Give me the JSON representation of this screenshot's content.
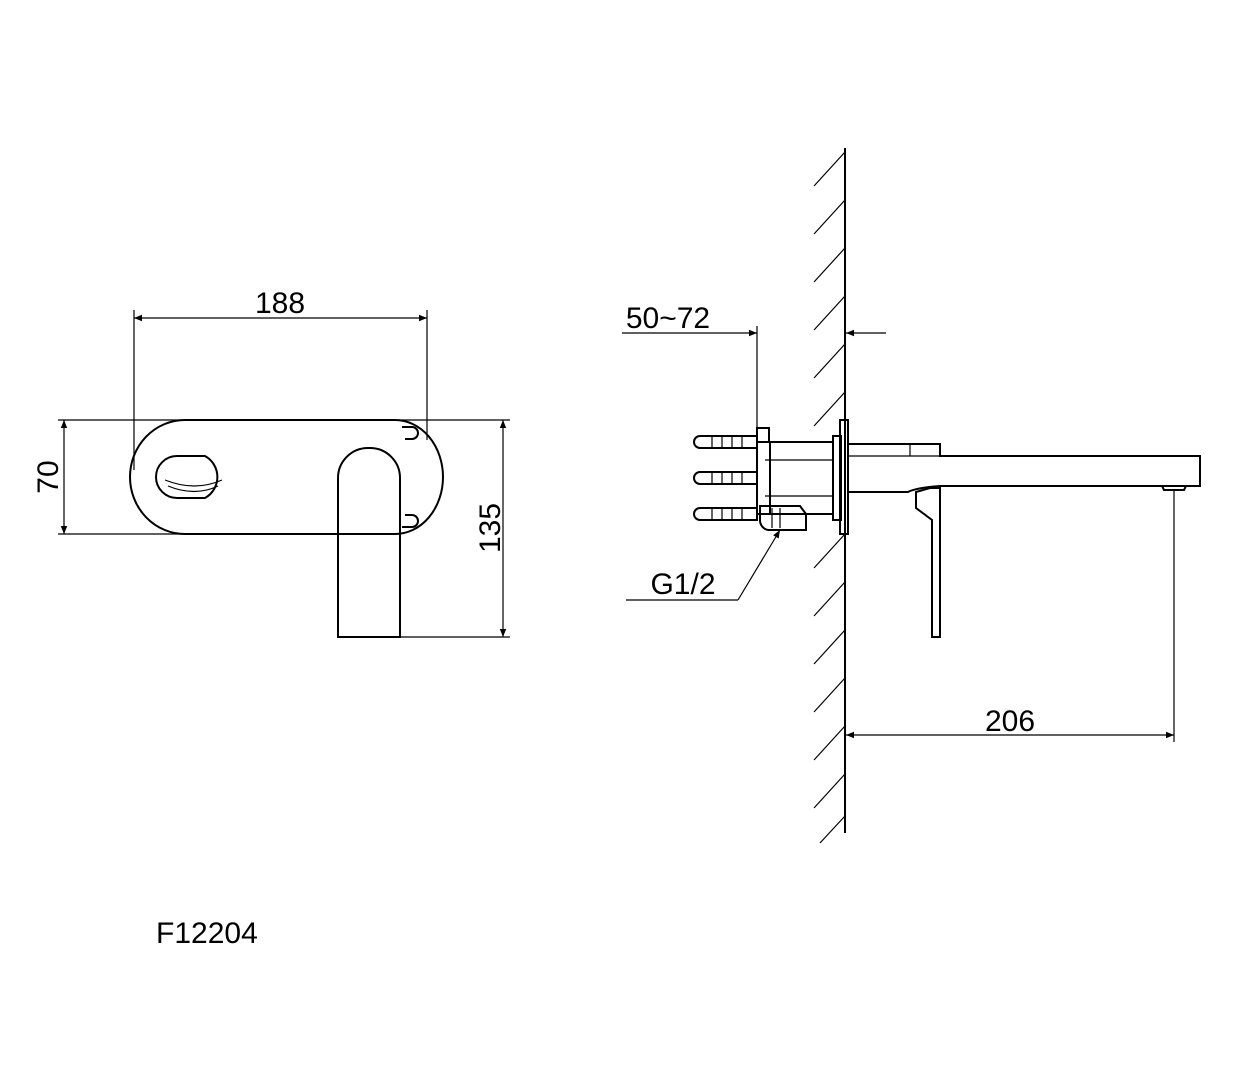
{
  "drawing": {
    "model_number": "F12204",
    "dimensions": {
      "width_front": "188",
      "height_plate": "70",
      "height_total": "135",
      "wall_depth": "50~72",
      "spout_projection": "206"
    },
    "thread": "G1/2"
  },
  "colors": {
    "line": "#000000",
    "background": "#ffffff"
  }
}
